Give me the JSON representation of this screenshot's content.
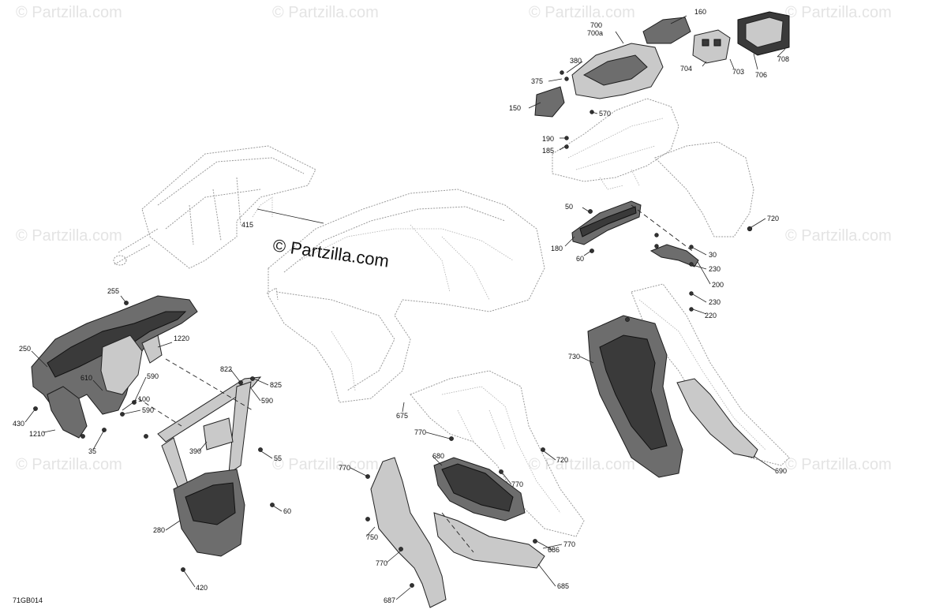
{
  "diagram": {
    "code": "71GB014",
    "center_watermark": "© Partzilla.com",
    "corner_watermark": "© Partzilla.com",
    "labels": {
      "l160": "160",
      "l700": "700",
      "l700a": "700a",
      "l380": "380",
      "l375": "375",
      "l150": "150",
      "l570": "570",
      "l704": "704",
      "l703": "703",
      "l706": "706",
      "l708": "708",
      "l190": "190",
      "l185": "185",
      "l50": "50",
      "l180": "180",
      "l60a": "60",
      "l720a": "720",
      "l30": "30",
      "l230a": "230",
      "l200": "200",
      "l230b": "230",
      "l220": "220",
      "l415": "415",
      "l255": "255",
      "l1220": "1220",
      "l250": "250",
      "l610": "610",
      "l590a": "590",
      "l100": "100",
      "l590b": "590",
      "l430": "430",
      "l1210": "1210",
      "l35": "35",
      "l822": "822",
      "l825": "825",
      "l590c": "590",
      "l390": "390",
      "l55": "55",
      "l60b": "60",
      "l280": "280",
      "l420": "420",
      "l675": "675",
      "l770a": "770",
      "l680": "680",
      "l720b": "720",
      "l770b": "770",
      "l770c": "770",
      "l750": "750",
      "l686": "686",
      "l770d": "770",
      "l770e": "770",
      "l685": "685",
      "l687": "687",
      "l730": "730",
      "l690": "690"
    }
  }
}
